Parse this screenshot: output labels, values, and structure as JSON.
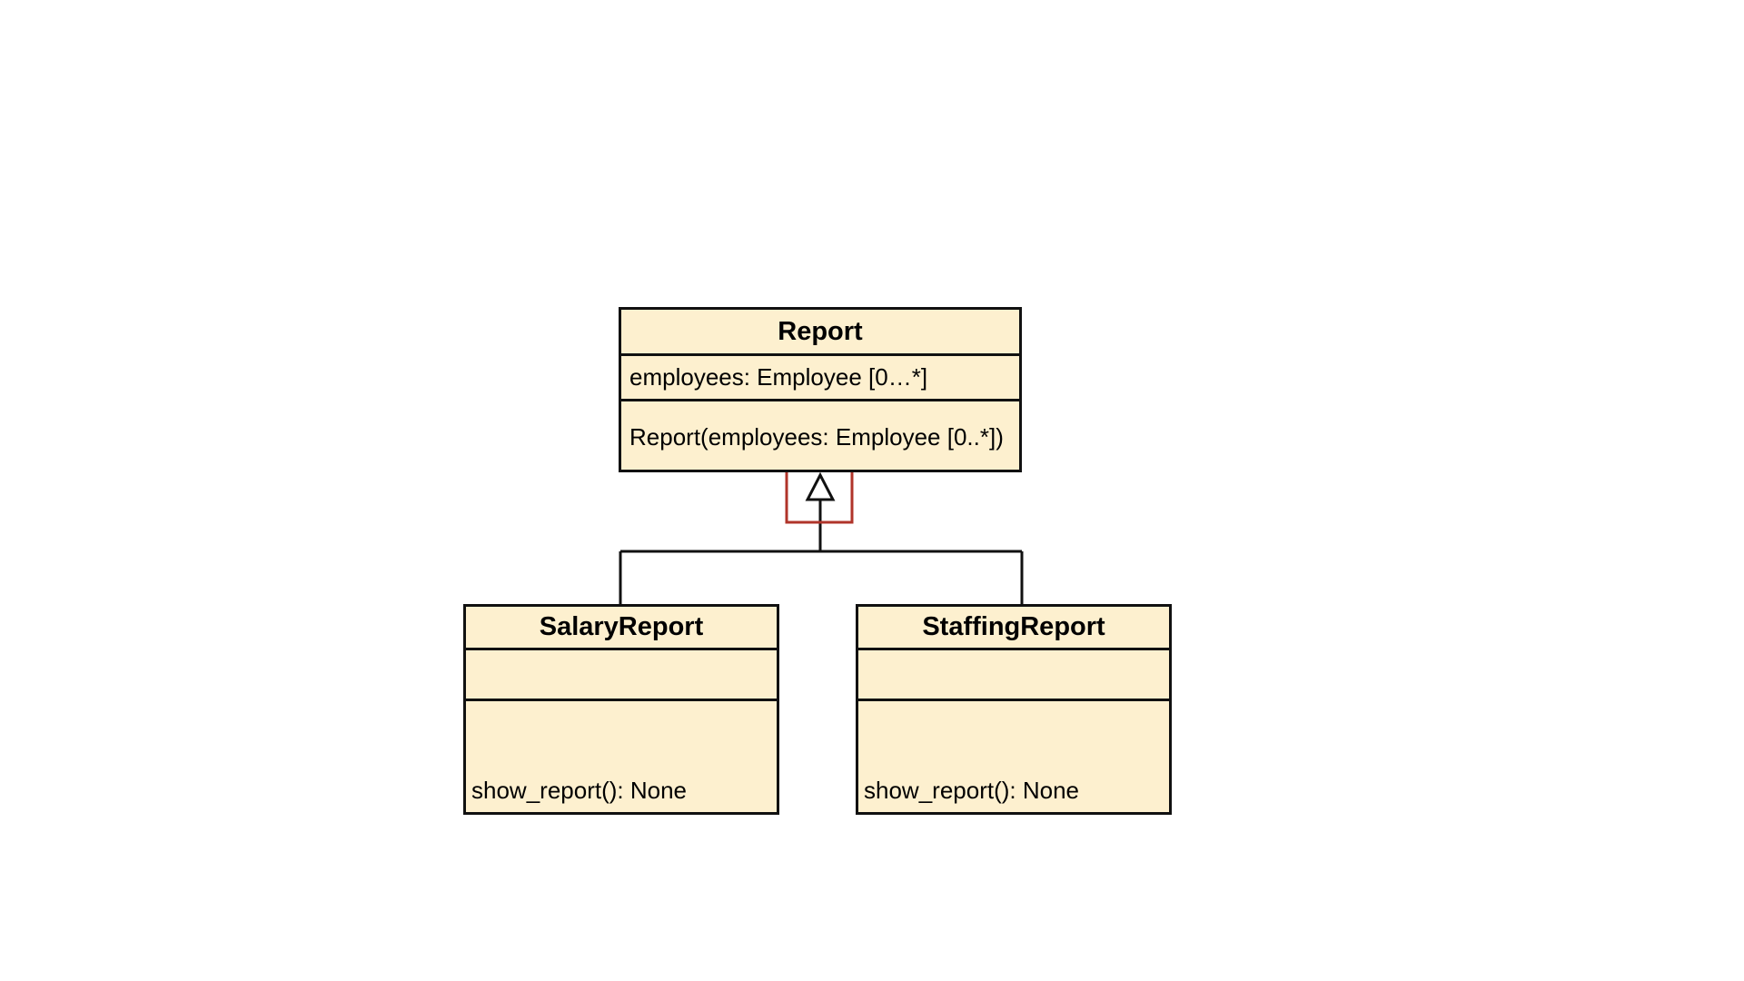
{
  "diagram": {
    "classes": [
      {
        "id": "report",
        "name": "Report",
        "attributes": [
          "employees: Employee [0…*]"
        ],
        "operations": [
          "Report(employees: Employee [0..*])"
        ]
      },
      {
        "id": "salary",
        "name": "SalaryReport",
        "attributes": [],
        "operations": [
          "show_report(): None"
        ]
      },
      {
        "id": "staffing",
        "name": "StaffingReport",
        "attributes": [],
        "operations": [
          "show_report(): None"
        ]
      }
    ],
    "relationships": [
      {
        "type": "generalization",
        "from": "SalaryReport",
        "to": "Report"
      },
      {
        "type": "generalization",
        "from": "StaffingReport",
        "to": "Report"
      }
    ],
    "highlight": {
      "target": "generalization-arrowhead",
      "color": "#b0342a"
    },
    "colors": {
      "class_fill": "#fdf0cf",
      "line": "#111111"
    }
  }
}
